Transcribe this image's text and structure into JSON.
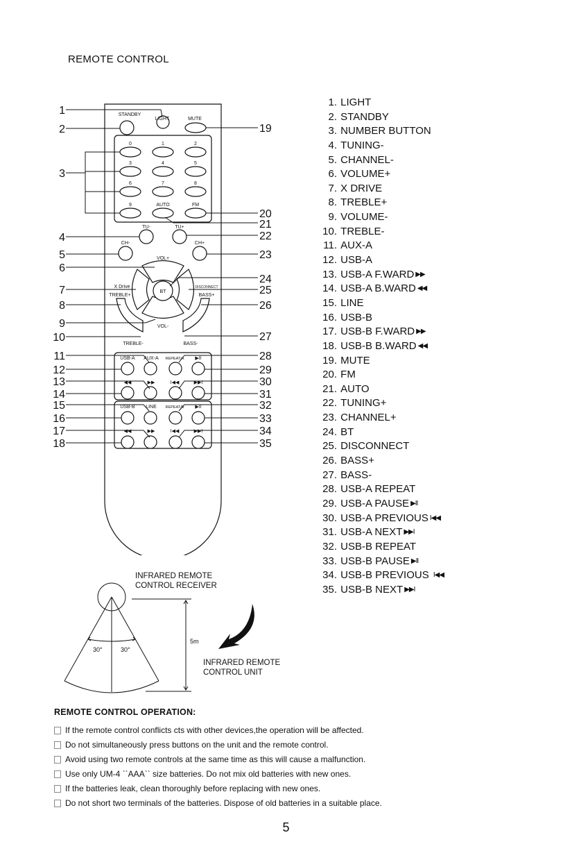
{
  "section_title": "REMOTE CONTROL",
  "remote": {
    "button_labels": {
      "standby": "STANDBY",
      "light": "LIGHT",
      "mute": "MUTE",
      "n0": "0",
      "n1": "1",
      "n2": "2",
      "n3": "3",
      "n4": "4",
      "n5": "5",
      "n6": "6",
      "n7": "7",
      "n8": "8",
      "n9": "9",
      "auto": "AUTO",
      "fm": "FM",
      "tu_minus": "TU-",
      "tu_plus": "TU+",
      "ch_minus": "CH-",
      "ch_plus": "CH+",
      "vol_plus": "VOL+",
      "vol_minus": "VOL-",
      "bt": "BT",
      "x_drive": "X Drive",
      "disconnect": "DISCONNECT",
      "treble_plus": "TREBLE+",
      "bass_plus": "BASS+",
      "treble_minus": "TREBLE-",
      "bass_minus": "BASS-",
      "usb_a": "USB-A",
      "aux_a": "AUX-A",
      "repeat_a": "REPEAT/A",
      "usb_b": "USB-B",
      "line": "LINE",
      "repeat_b": "REPEAT/B"
    },
    "callout_numbers": [
      "1",
      "2",
      "3",
      "4",
      "5",
      "6",
      "7",
      "8",
      "9",
      "10",
      "11",
      "12",
      "13",
      "14",
      "15",
      "16",
      "17",
      "18",
      "19",
      "20",
      "21",
      "22",
      "23",
      "24",
      "25",
      "26",
      "27",
      "28",
      "29",
      "30",
      "31",
      "32",
      "33",
      "34",
      "35"
    ]
  },
  "legend": [
    {
      "num": "1.",
      "label": "LIGHT",
      "sym": ""
    },
    {
      "num": "2.",
      "label": "STANDBY",
      "sym": ""
    },
    {
      "num": "3.",
      "label": "NUMBER BUTTON",
      "sym": ""
    },
    {
      "num": "4.",
      "label": "TUNING-",
      "sym": ""
    },
    {
      "num": "5.",
      "label": "CHANNEL-",
      "sym": ""
    },
    {
      "num": "6.",
      "label": "VOLUME+",
      "sym": ""
    },
    {
      "num": "7.",
      "label": "X DRIVE",
      "sym": ""
    },
    {
      "num": "8.",
      "label": "TREBLE+",
      "sym": ""
    },
    {
      "num": "9.",
      "label": "VOLUME-",
      "sym": ""
    },
    {
      "num": "10.",
      "label": "TREBLE-",
      "sym": ""
    },
    {
      "num": "11.",
      "label": "AUX-A",
      "sym": ""
    },
    {
      "num": "12.",
      "label": "USB-A",
      "sym": ""
    },
    {
      "num": "13.",
      "label": "USB-A F.WARD",
      "sym": "▶▶"
    },
    {
      "num": "14.",
      "label": "USB-A B.WARD",
      "sym": "◀◀"
    },
    {
      "num": "15.",
      "label": "LINE",
      "sym": ""
    },
    {
      "num": "16.",
      "label": "USB-B",
      "sym": ""
    },
    {
      "num": "17.",
      "label": "USB-B F.WARD",
      "sym": "▶▶"
    },
    {
      "num": "18.",
      "label": "USB-B B.WARD",
      "sym": "◀◀"
    },
    {
      "num": "19.",
      "label": "MUTE",
      "sym": ""
    },
    {
      "num": "20.",
      "label": "FM",
      "sym": ""
    },
    {
      "num": "21.",
      "label": "AUTO",
      "sym": ""
    },
    {
      "num": "22.",
      "label": "TUNING+",
      "sym": ""
    },
    {
      "num": "23.",
      "label": "CHANNEL+",
      "sym": ""
    },
    {
      "num": "24.",
      "label": "BT",
      "sym": ""
    },
    {
      "num": "25.",
      "label": "DISCONNECT",
      "sym": ""
    },
    {
      "num": "26.",
      "label": "BASS+",
      "sym": ""
    },
    {
      "num": "27.",
      "label": "BASS-",
      "sym": ""
    },
    {
      "num": "28.",
      "label": "USB-A REPEAT",
      "sym": ""
    },
    {
      "num": "29.",
      "label": "USB-A PAUSE",
      "sym": "▶II"
    },
    {
      "num": "30.",
      "label": "USB-A PREVIOUS",
      "sym": "I◀◀"
    },
    {
      "num": "31.",
      "label": "USB-A NEXT",
      "sym": "▶▶I"
    },
    {
      "num": "32.",
      "label": "USB-B REPEAT",
      "sym": ""
    },
    {
      "num": "33.",
      "label": "USB-B PAUSE",
      "sym": "▶II"
    },
    {
      "num": "34.",
      "label": "USB-B PREVIOUS",
      "sym": "I◀◀"
    },
    {
      "num": "35.",
      "label": "USB-B NEXT",
      "sym": "▶▶I"
    }
  ],
  "ir_diagram": {
    "receiver_label_1": "INFRARED REMOTE",
    "receiver_label_2": "CONTROL RECEIVER",
    "unit_label_1": "INFRARED REMOTE",
    "unit_label_2": "CONTROL UNIT",
    "distance": "5m",
    "angle_left": "30°",
    "angle_right": "30°"
  },
  "operation": {
    "title": "REMOTE CONTROL OPERATION:",
    "items": [
      "If the remote control conflicts cts with other devices,the operation will be affected.",
      "Do not  simultaneously press buttons on the unit and the remote control.",
      "Avoid using two remote controls at the same time as this will cause a malfunction.",
      "Use only UM-4 ``AAA`` size batteries. Do not mix old batteries with new ones.",
      "If the batteries leak, clean thoroughly before replacing with new ones.",
      "Do not short two terminals of the batteries. Dispose of old batteries in a suitable place."
    ]
  },
  "page_number": "5"
}
